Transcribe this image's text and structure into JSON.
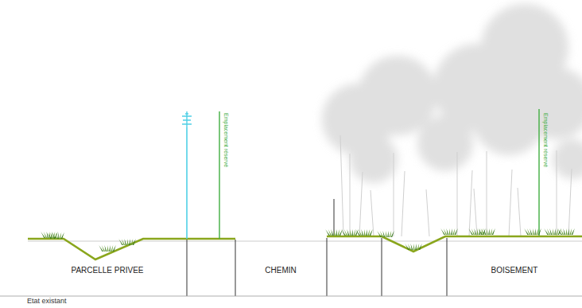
{
  "diagram": {
    "nodes": [
      {
        "text": [
          "PARCELLE PRIVEE"
        ]
      },
      {
        "text": [
          "CHEMIN"
        ]
      },
      {
        "text": [
          "BOISEMENT"
        ]
      }
    ],
    "labels": [
      "Emplacement réservé",
      "Emplacement réservé",
      "Etat existant"
    ]
  }
}
